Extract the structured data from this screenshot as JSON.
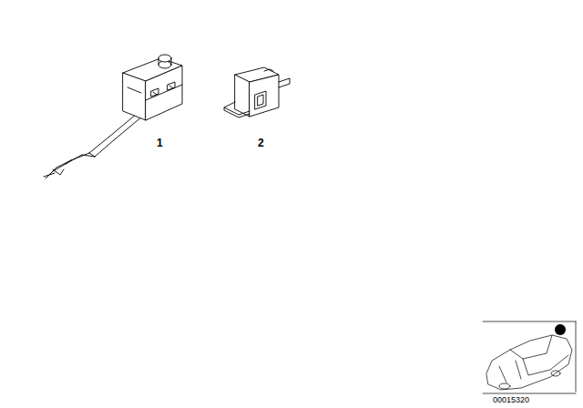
{
  "diagram": {
    "labels": [
      "1",
      "2",
      "00015320"
    ]
  }
}
